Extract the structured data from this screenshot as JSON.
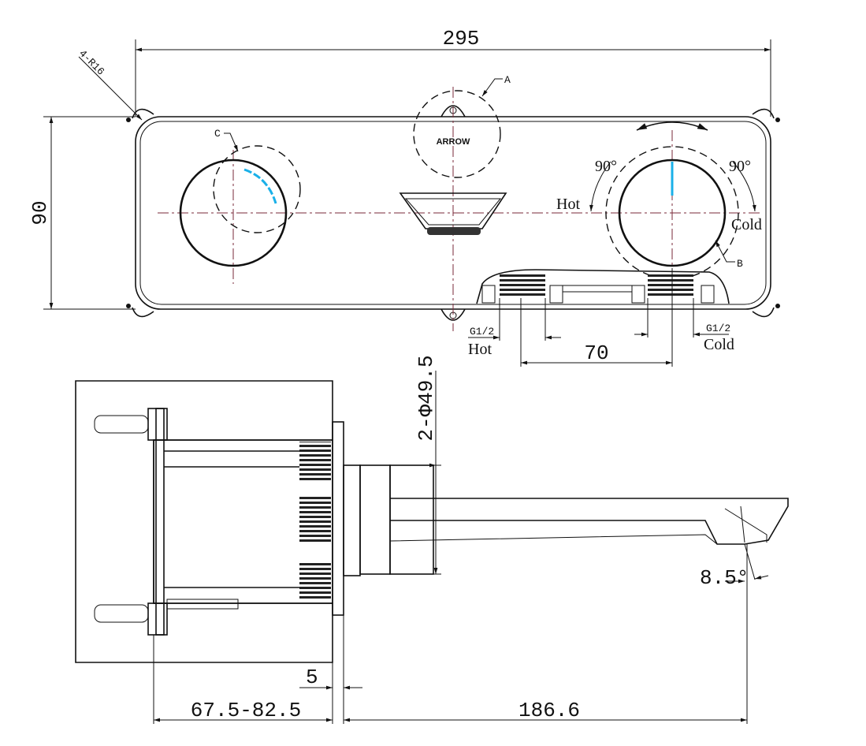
{
  "front_view": {
    "width_dim": "295",
    "height_dim": "90",
    "corner_radius_label": "4-R16",
    "callout_a": "A",
    "callout_b": "B",
    "callout_c": "C",
    "arrow_text": "ARROW",
    "rotation_left": "90°",
    "rotation_right": "90°",
    "hot_label": "Hot",
    "cold_label": "Cold"
  },
  "section_view": {
    "thread_hot": "G1/2",
    "thread_cold": "G1/2",
    "hot_label": "Hot",
    "cold_label": "Cold",
    "spacing_dim": "70"
  },
  "side_view": {
    "diameter_dim": "2-Φ49.5",
    "angle_dim": "8.5°",
    "flange_dim": "5",
    "depth_dim": "67.5-82.5",
    "reach_dim": "186.6"
  },
  "colors": {
    "line": "#111111",
    "centerline": "#7a2a3a",
    "indicator": "#1ab0e8"
  }
}
